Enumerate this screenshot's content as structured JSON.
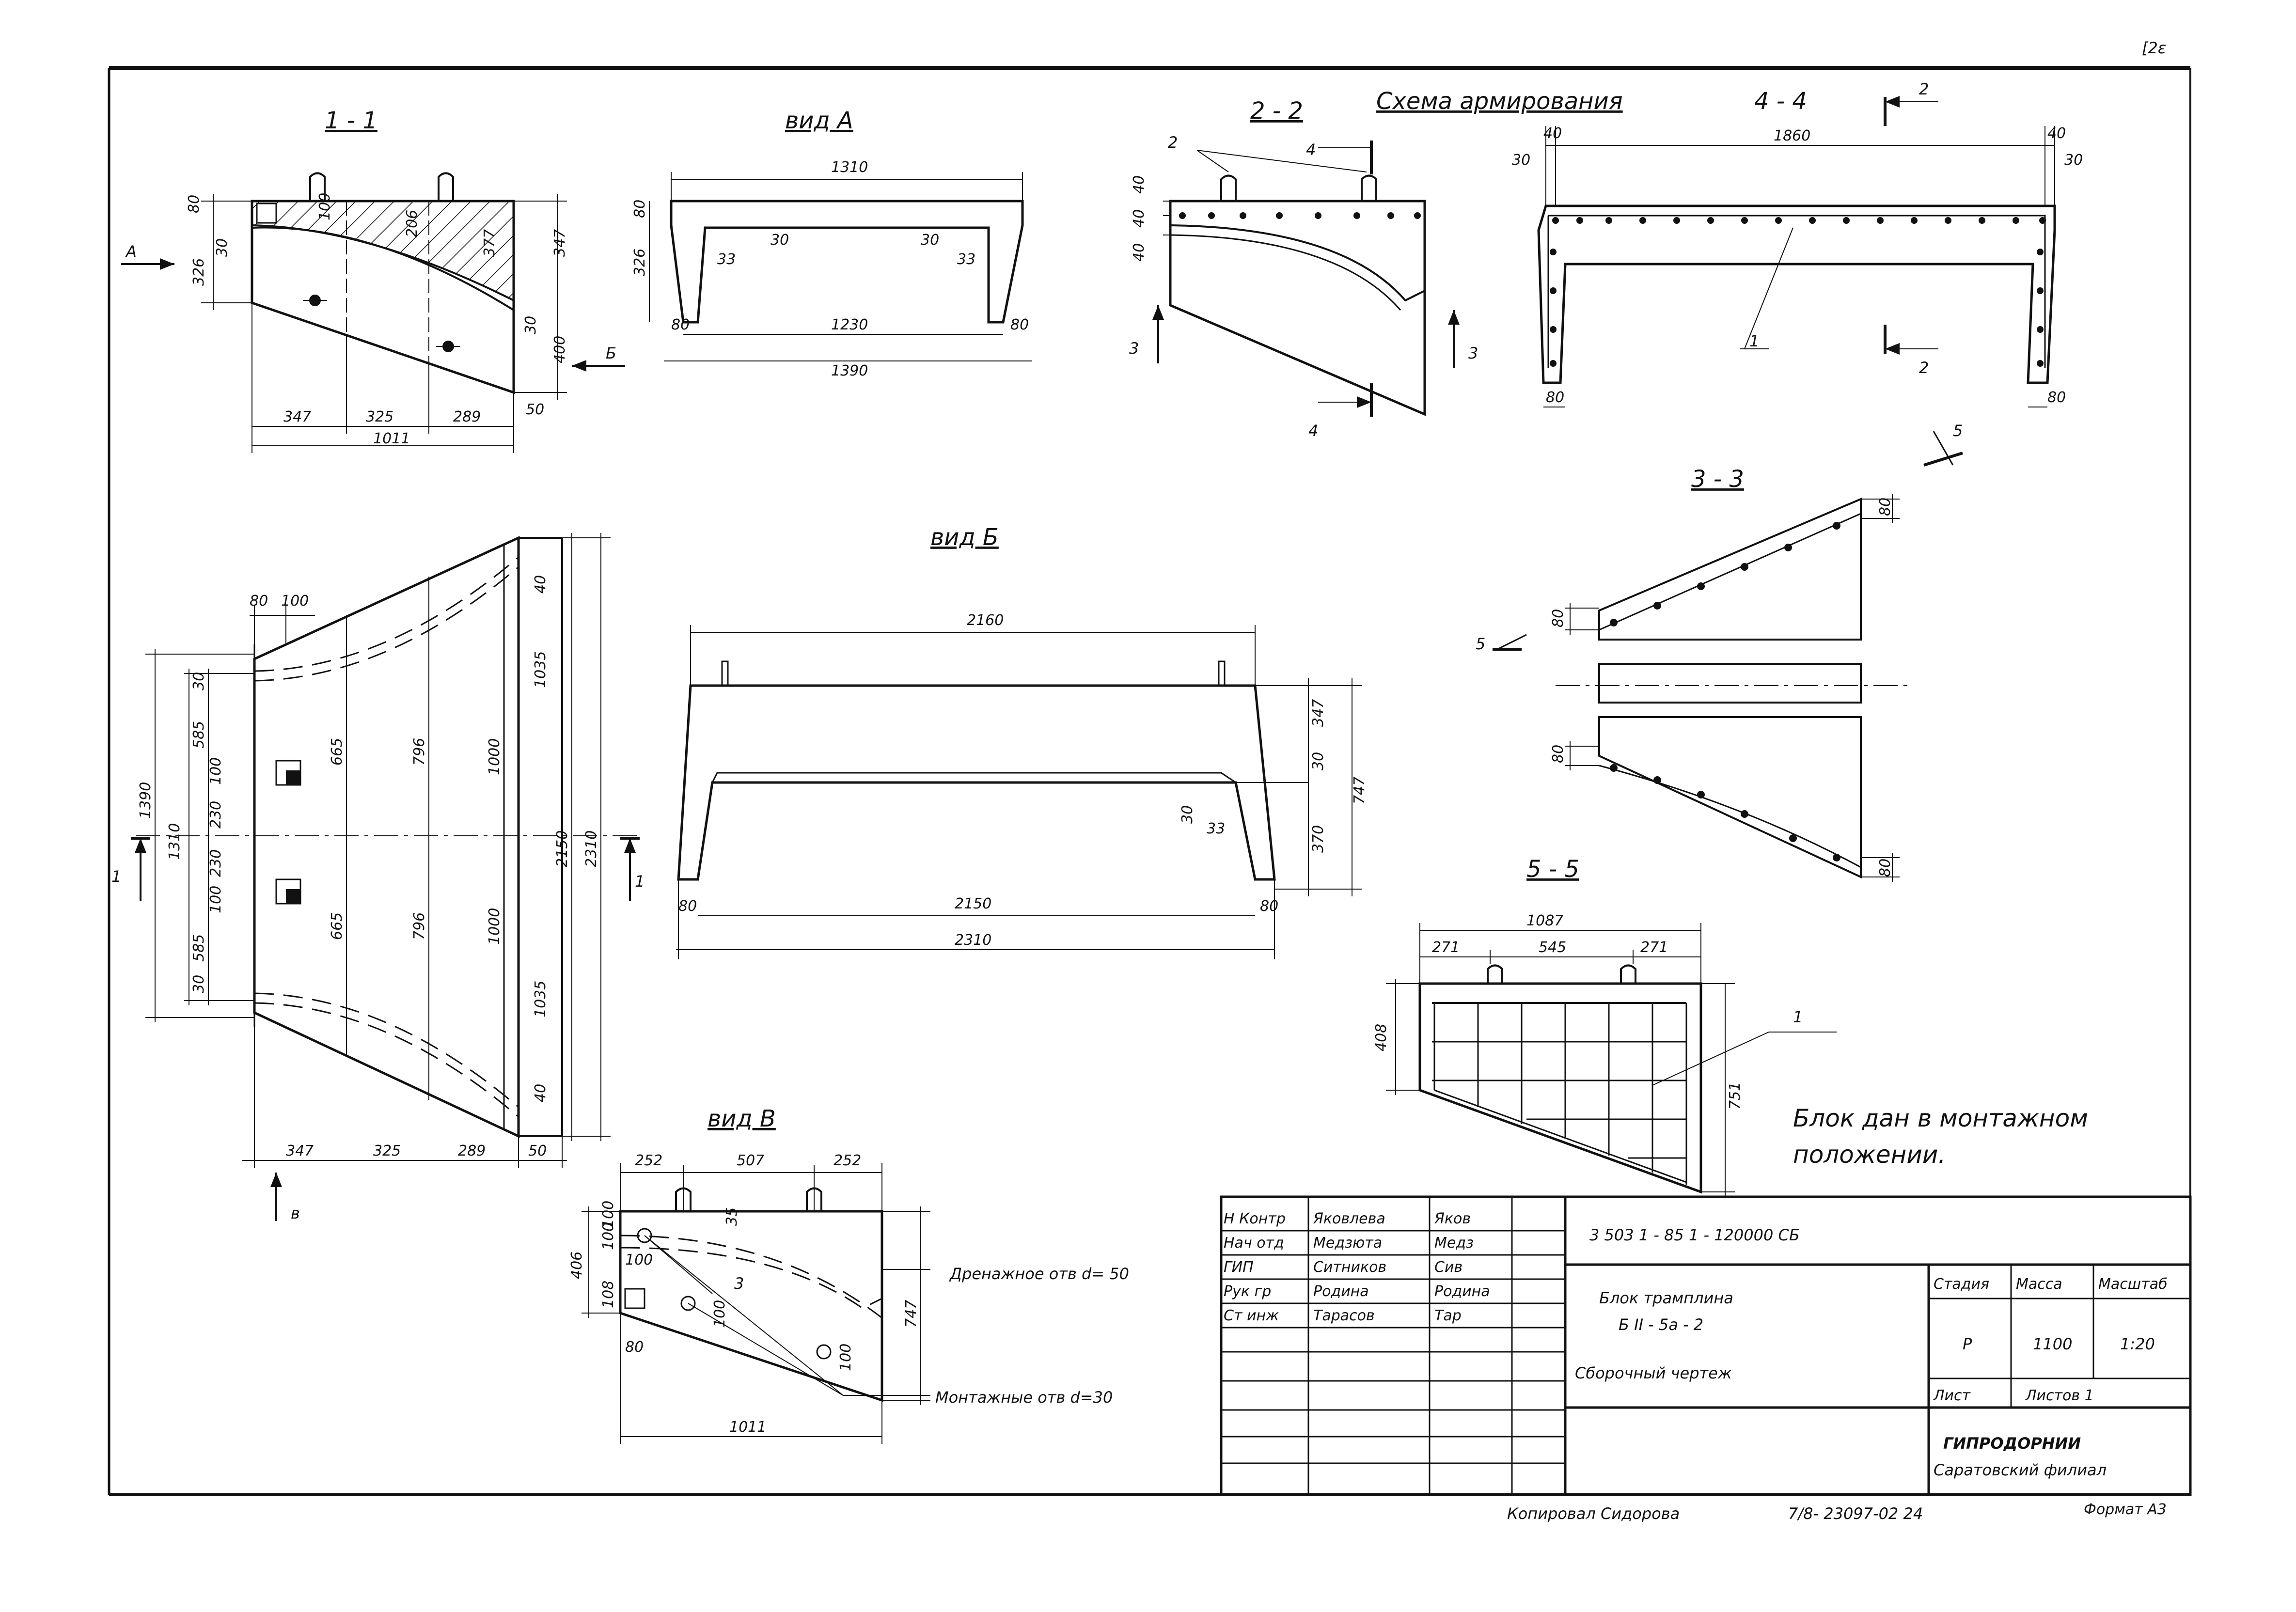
{
  "sheet": {
    "corner_mark": "[2ε",
    "note": [
      "Блок дан в монтажном",
      "положении."
    ],
    "footer": {
      "copied": "Копировал Сидорова",
      "doc_no": "7/8- 23097-02 24",
      "format": "Формат А3"
    }
  },
  "sections": {
    "s11": {
      "title": "1 - 1",
      "dims": [
        "80",
        "30",
        "326",
        "347",
        "30",
        "400",
        "50",
        "100",
        "206",
        "377",
        "347",
        "325",
        "289",
        "1011"
      ],
      "arrows": [
        "А",
        "Б"
      ]
    },
    "vid_a": {
      "title": "вид А",
      "dims": [
        "1310",
        "80",
        "326",
        "30",
        "33",
        "30",
        "33",
        "80",
        "80",
        "1230",
        "1390"
      ]
    },
    "s22": {
      "title": "2 - 2",
      "dims": [
        "2",
        "4",
        "40",
        "40",
        "40",
        "3",
        "3",
        "4"
      ]
    },
    "schema": {
      "title": "Схема армирования"
    },
    "s44": {
      "title": "4 - 4",
      "dims": [
        "30",
        "40",
        "1860",
        "40",
        "30",
        "1",
        "80",
        "80",
        "2",
        "2"
      ]
    },
    "plan": {
      "dims": [
        "80",
        "100",
        "1390",
        "1310",
        "585",
        "30",
        "100",
        "230",
        "230",
        "100",
        "585",
        "30",
        "665",
        "796",
        "1000",
        "665",
        "796",
        "1000",
        "40",
        "1035",
        "2150",
        "2310",
        "1035",
        "40",
        "347",
        "325",
        "289",
        "50"
      ],
      "markers": [
        "1",
        "1",
        "в"
      ]
    },
    "vid_b": {
      "title": "вид Б",
      "dims": [
        "2160",
        "347",
        "30",
        "747",
        "370",
        "30",
        "33",
        "80",
        "80",
        "2150",
        "2310"
      ]
    },
    "s33": {
      "title": "3 - 3",
      "dims": [
        "5",
        "80",
        "80",
        "80",
        "80",
        "5"
      ]
    },
    "s55": {
      "title": "5 - 5",
      "dims": [
        "1087",
        "271",
        "545",
        "271",
        "408",
        "751",
        "1"
      ]
    },
    "vid_v": {
      "title": "вид В",
      "dims": [
        "252",
        "507",
        "252",
        "100",
        "100",
        "35",
        "406",
        "100",
        "108",
        "80",
        "100",
        "100",
        "747",
        "1011",
        "3"
      ],
      "callouts": [
        "Дренажное отв d= 50",
        "Монтажные отв d=30"
      ]
    }
  },
  "title_block": {
    "signatures": [
      {
        "role": "Н Контр",
        "name": "Яковлева",
        "sign": "Яков"
      },
      {
        "role": "Нач отд",
        "name": "Медзюта",
        "sign": "Медз"
      },
      {
        "role": "ГИП",
        "name": "Ситников",
        "sign": "Сив"
      },
      {
        "role": "Рук гр",
        "name": "Родина",
        "sign": "Родина"
      },
      {
        "role": "Ст инж",
        "name": "Тарасов",
        "sign": "Тар"
      }
    ],
    "code": "3 503 1 - 85 1 - 120000 СБ",
    "name_line1": "Блок трамплина",
    "name_line2": "Б II - 5а - 2",
    "name_line3": "Сборочный чертеж",
    "headers": {
      "stage": "Стадия",
      "mass": "Масса",
      "scale": "Масштаб"
    },
    "values": {
      "stage": "Р",
      "mass": "1100",
      "scale": "1:20"
    },
    "sheet_label": "Лист",
    "sheets_label": "Листов 1",
    "org1": "ГИПРОДОРНИИ",
    "org2": "Саратовский филиал"
  }
}
